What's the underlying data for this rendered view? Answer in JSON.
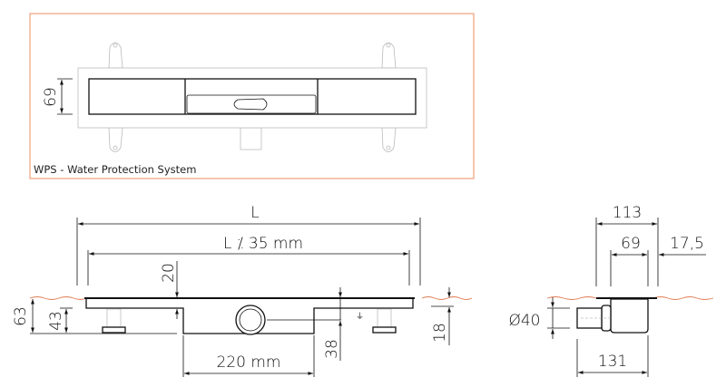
{
  "colors": {
    "frame": "#f0a07a",
    "water_line": "#e07a50",
    "lines": "#111111"
  },
  "top_view": {
    "caption": "WPS - Water Protection System",
    "dim_width": "69"
  },
  "side_view": {
    "dim_total_length": "L",
    "dim_inner_length": "L ⁒ 35 mm",
    "dim_plate_depth": "20",
    "dim_total_height": "63",
    "dim_foot_height": "43",
    "dim_outlet_center": "38",
    "dim_screed": "18",
    "dim_sump_width": "220 mm"
  },
  "end_view": {
    "dim_113": "113",
    "dim_69": "69",
    "dim_17_5": "17,5",
    "dim_diameter": "Ø40",
    "dim_131": "131"
  }
}
